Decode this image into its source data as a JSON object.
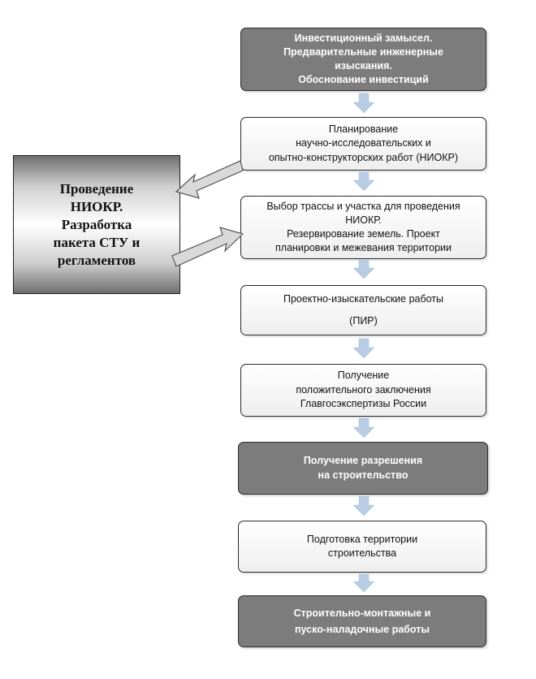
{
  "side_box": {
    "lines": [
      "Проведение",
      "НИОКР.",
      "Разработка",
      "пакета СТУ и",
      "регламентов"
    ]
  },
  "steps": [
    {
      "style": "dark",
      "lines": [
        "Инвестиционный замысел.",
        "Предварительные инженерные",
        "изыскания.",
        "Обоснование инвестиций"
      ]
    },
    {
      "style": "light",
      "lines": [
        "Планирование",
        "научно-исследовательских и",
        "опытно-конструкторских работ (НИОКР)"
      ]
    },
    {
      "style": "light",
      "lines": [
        "Выбор трассы и участка для проведения",
        "НИОКР.",
        "Резервирование земель. Проект",
        "планировки и межевания территории"
      ]
    },
    {
      "style": "light",
      "lines": [
        "Проектно-изыскательские работы",
        "(ПИР)"
      ]
    },
    {
      "style": "light",
      "lines": [
        "Получение",
        "положительного заключения",
        "Главгосэкспертизы России"
      ]
    },
    {
      "style": "dark",
      "lines": [
        "Получение  разрешения",
        "на  строительство"
      ]
    },
    {
      "style": "light",
      "lines": [
        "Подготовка территории",
        "строительства"
      ]
    },
    {
      "style": "dark",
      "lines": [
        "Строительно-монтажные  и",
        "пуско-наладочные  работы"
      ]
    }
  ],
  "colors": {
    "dark_box": "#7c7c7c",
    "flow_arrow": "#b8cce4",
    "side_arrow": "#d9d9d9"
  }
}
